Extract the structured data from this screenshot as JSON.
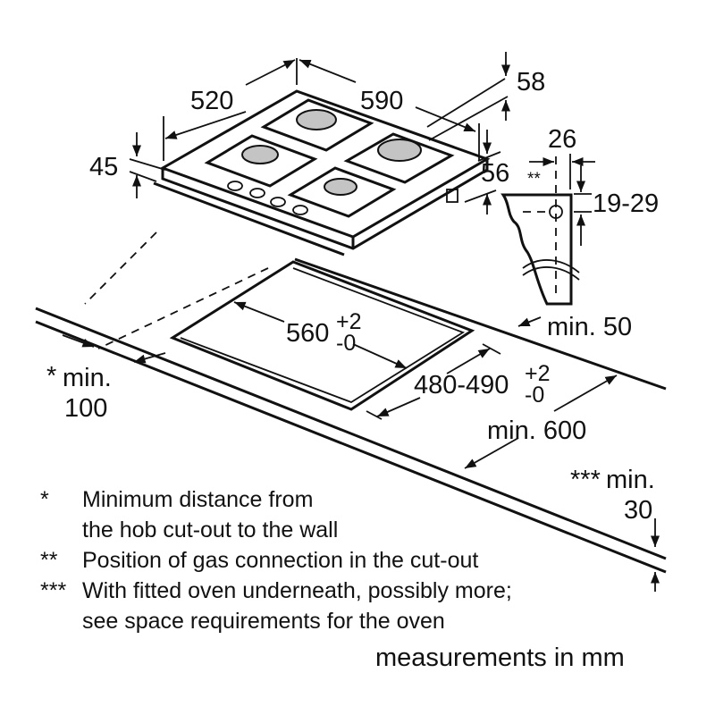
{
  "dimensions": {
    "depth": "520",
    "width": "590",
    "height_right": "58",
    "height_left": "45",
    "height_front": "56",
    "connection_offset": "26",
    "connection_marker": "**",
    "connection_height": "19-29",
    "cutout_width": "560",
    "cutout_width_tol_plus": "+2",
    "cutout_width_tol_minus": "-0",
    "cutout_depth": "480-490",
    "cutout_depth_tol_plus": "+2",
    "cutout_depth_tol_minus": "-0",
    "min_front": "min. 50",
    "min_wall_marker": "*",
    "min_wall_line1": "min.",
    "min_wall_line2": "100",
    "min_worktop": "min. 600",
    "min_oven_marker": "***",
    "min_oven_line1": "min.",
    "min_oven_line2": "30"
  },
  "notes": [
    {
      "marker": "*",
      "lines": [
        "Minimum distance from",
        "the hob cut-out to the wall"
      ]
    },
    {
      "marker": "**",
      "lines": [
        "Position of gas connection in the cut-out"
      ]
    },
    {
      "marker": "***",
      "lines": [
        "With fitted oven underneath, possibly more;",
        "see space requirements for the oven"
      ]
    }
  ],
  "units_note": "measurements in mm"
}
